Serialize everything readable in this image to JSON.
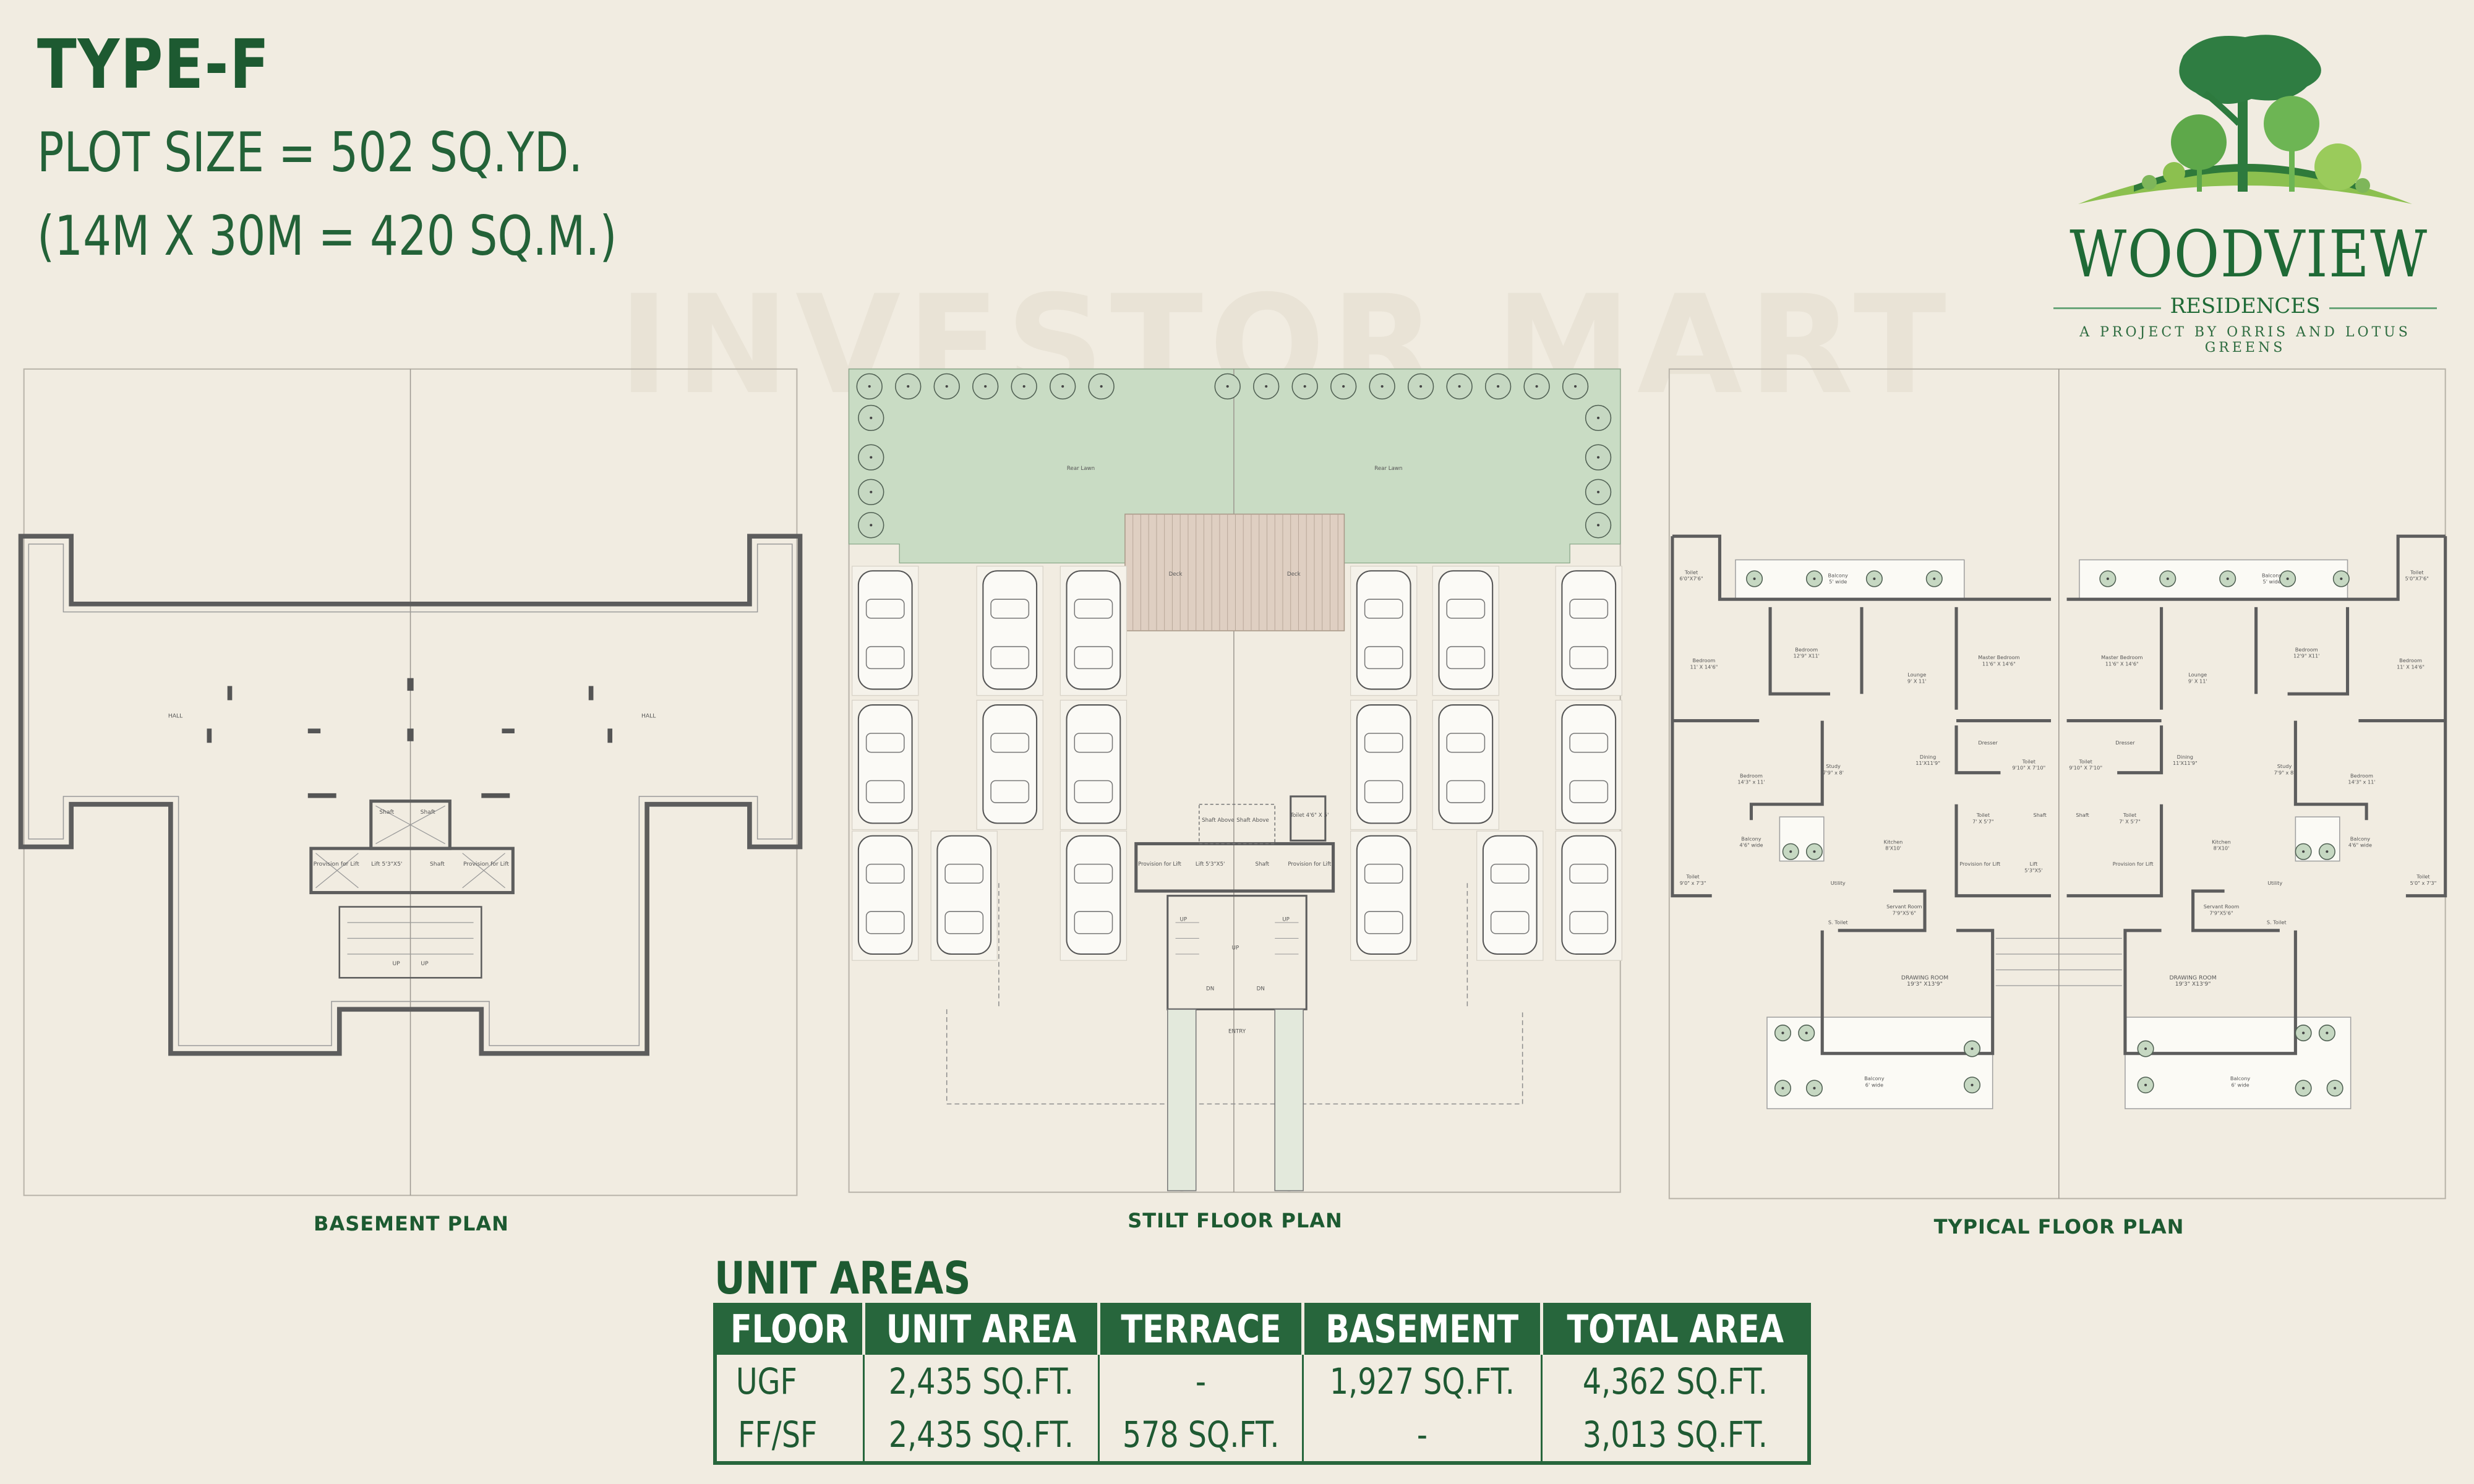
{
  "header": {
    "type": "TYPE-F",
    "plot_size": "PLOT SIZE = 502 SQ.YD.",
    "plot_dimensions": "(14M X 30M = 420 SQ.M.)"
  },
  "watermark": "INVESTOR MART",
  "logo": {
    "name": "WOODVIEW",
    "subtitle": "RESIDENCES",
    "tagline": "A PROJECT BY ORRIS AND LOTUS GREENS"
  },
  "colors": {
    "brand_green": "#1d5a31",
    "table_header": "#27663c",
    "lawn": "#c9dcc4",
    "background": "#f1ece1"
  },
  "plans": {
    "basement": {
      "caption": "BASEMENT PLAN",
      "labels": [
        {
          "text": "HALL"
        },
        {
          "text": "HALL"
        },
        {
          "text": "Shaft"
        },
        {
          "text": "Shaft"
        },
        {
          "text": "Provision for Lift"
        },
        {
          "text": "Lift 5'3\"X5'"
        },
        {
          "text": "Shaft"
        },
        {
          "text": "Provision for Lift"
        },
        {
          "text": "UP"
        },
        {
          "text": "UP"
        }
      ]
    },
    "stilt": {
      "caption": "STILT FLOOR PLAN",
      "labels": [
        {
          "text": "Rear Lawn"
        },
        {
          "text": "Rear Lawn"
        },
        {
          "text": "Deck"
        },
        {
          "text": "Deck"
        },
        {
          "text": "Shaft Above"
        },
        {
          "text": "Shaft Above"
        },
        {
          "text": "Toilet 4'6\" X 5'"
        },
        {
          "text": "Provision for Lift"
        },
        {
          "text": "Lift 5'3\"X5'"
        },
        {
          "text": "Shaft"
        },
        {
          "text": "Provision for Lift"
        },
        {
          "text": "UP"
        },
        {
          "text": "UP"
        },
        {
          "text": "UP"
        },
        {
          "text": "DN"
        },
        {
          "text": "DN"
        },
        {
          "text": "ENTRY"
        }
      ]
    },
    "typical": {
      "caption": "TYPICAL FLOOR PLAN",
      "labels": [
        {
          "name": "Toilet",
          "dim": "6'0\"X7'6\""
        },
        {
          "name": "Balcony",
          "dim": "5' wide"
        },
        {
          "name": "Bedroom",
          "dim": "11' X 14'6\""
        },
        {
          "name": "Bedroom",
          "dim": "12'9\" X11'"
        },
        {
          "name": "Lounge",
          "dim": "9' X 11'"
        },
        {
          "name": "Master Bedroom",
          "dim": "11'6\" X 14'6\""
        },
        {
          "name": "Dresser",
          "dim": ""
        },
        {
          "name": "Toilet",
          "dim": "9'10\" X 7'10\""
        },
        {
          "name": "Study",
          "dim": "7'9\" x 8'"
        },
        {
          "name": "Dining",
          "dim": "11'X11'9\""
        },
        {
          "name": "Bedroom",
          "dim": "14'3\" x 11'"
        },
        {
          "name": "Toilet",
          "dim": "7' X 5'7\""
        },
        {
          "name": "Kitchen",
          "dim": "8'X10'"
        },
        {
          "name": "Balcony",
          "dim": "4'6\" wide"
        },
        {
          "name": "Toilet",
          "dim": "9'0\" x 7'3\""
        },
        {
          "name": "Provision for Lift",
          "dim": ""
        },
        {
          "name": "Lift",
          "dim": "5'3\"X5'"
        },
        {
          "name": "Shaft",
          "dim": ""
        },
        {
          "name": "Utility",
          "dim": ""
        },
        {
          "name": "Servant Room",
          "dim": "7'9\"X5'6\""
        },
        {
          "name": "S. Toilet",
          "dim": ""
        },
        {
          "name": "DRAWING ROOM",
          "dim": "19'3\" X13'9\""
        },
        {
          "name": "Balcony",
          "dim": "6' wide"
        },
        {
          "name": "Toilet",
          "dim": "5'0\"X7'6\""
        },
        {
          "name": "Balcony",
          "dim": "5' wide"
        },
        {
          "name": "Bedroom",
          "dim": "11' X 14'6\""
        },
        {
          "name": "Bedroom",
          "dim": "12'9\" X11'"
        },
        {
          "name": "Lounge",
          "dim": "9' X 11'"
        },
        {
          "name": "Master Bedroom",
          "dim": "11'6\" X 14'6\""
        },
        {
          "name": "Dresser",
          "dim": ""
        },
        {
          "name": "Toilet",
          "dim": "9'10\" X 7'10\""
        },
        {
          "name": "Study",
          "dim": "7'9\" x 8'"
        },
        {
          "name": "Dining",
          "dim": "11'X11'9\""
        },
        {
          "name": "Bedroom",
          "dim": "14'3\" x 11'"
        },
        {
          "name": "Toilet",
          "dim": "7' X 5'7\""
        },
        {
          "name": "Kitchen",
          "dim": "8'X10'"
        },
        {
          "name": "Balcony",
          "dim": "4'6\" wide"
        },
        {
          "name": "Toilet",
          "dim": "5'0\" x 7'3\""
        },
        {
          "name": "Provision for Lift",
          "dim": ""
        },
        {
          "name": "Shaft",
          "dim": ""
        },
        {
          "name": "Utility",
          "dim": ""
        },
        {
          "name": "Servant Room",
          "dim": "7'9\"X5'6\""
        },
        {
          "name": "S. Toilet",
          "dim": ""
        },
        {
          "name": "DRAWING ROOM",
          "dim": "19'3\" X13'9\""
        },
        {
          "name": "Balcony",
          "dim": "6' wide"
        }
      ]
    }
  },
  "unit_areas": {
    "title": "UNIT AREAS",
    "columns": [
      "FLOOR",
      "UNIT AREA",
      "TERRACE",
      "BASEMENT",
      "TOTAL AREA"
    ],
    "rows": [
      [
        "UGF",
        "2,435 SQ.FT.",
        "-",
        "1,927 SQ.FT.",
        "4,362 SQ.FT."
      ],
      [
        "FF/SF",
        "2,435 SQ.FT.",
        "578 SQ.FT.",
        "-",
        "3,013 SQ.FT."
      ]
    ]
  }
}
